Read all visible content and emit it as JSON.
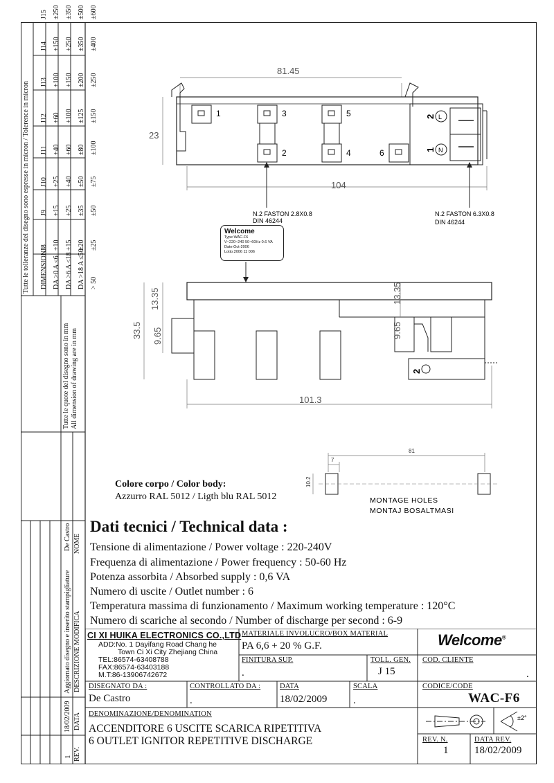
{
  "tolerance_table": {
    "title": "Tutte le tolleranze del disegno sono espresse in micron / Tolerence in micron",
    "headers": [
      "DIMENSIONI",
      "J8",
      "J9",
      "J10",
      "J11",
      "J12",
      "J13",
      "J14",
      "J15"
    ],
    "rows": [
      [
        "DA >0 A ≤6",
        "±10",
        "±15",
        "±25",
        "±40",
        "±60",
        "±100",
        "±150",
        "±250"
      ],
      [
        "DA >6 A ≤18",
        "±15",
        "±25",
        "±40",
        "±60",
        "±100",
        "±150",
        "±250",
        "±350"
      ],
      [
        "DA >18 A ≤50",
        "±20",
        "±35",
        "±50",
        "±80",
        "±125",
        "±200",
        "±350",
        "±500"
      ],
      [
        "> 50",
        "±25",
        "±50",
        "±75",
        "±100",
        "±150",
        "±250",
        "±400",
        "±600"
      ]
    ]
  },
  "quote_note": {
    "line1": "Tutte le quote del disegno sono in mm",
    "line2": "All dimension of drawing are in mm"
  },
  "revision_block": {
    "header_rev": "REV.",
    "header_data": "DATA",
    "header_desc": "DESCRIZIONE MODIFICA",
    "header_nome": "NOME",
    "rev": "1",
    "date": "18/02/2009",
    "description": "Aggiornato disegno e inserito stampigliature",
    "name": "De Castro"
  },
  "drawing_top": {
    "dim_width": "81.45",
    "dim_height": "23",
    "dim_total": "104",
    "pins": [
      "1",
      "2",
      "3",
      "4",
      "5",
      "6"
    ],
    "slot_labels": [
      "2",
      "1"
    ],
    "callout_left": {
      "line1": "N.2 FASTON 2.8X0.8",
      "line2": "DIN 46244"
    },
    "callout_right": {
      "line1": "N.2 FASTON 6.3X0.8",
      "line2": "DIN 46244"
    }
  },
  "label_box": {
    "brand": "Welcome",
    "lines": [
      "Type:WAC-F6",
      "V~220~240 50~60Hz 0.6 VA",
      "Date:Oct-2006",
      "Lotto:2006 11 006"
    ]
  },
  "drawing_side": {
    "dim_left_total": "33.5",
    "dim_left_upper": "13.35",
    "dim_left_lower": "9.65",
    "dim_right_upper": "13.35",
    "dim_right_lower": "9.65",
    "dim_length": "101.3",
    "slot_label": "2"
  },
  "montage": {
    "dim_span": "81",
    "dim_small": "7",
    "dim_height": "10.2",
    "line1": "MONTAGE HOLES",
    "line2": "MONTAJ BOSALTMASI"
  },
  "color_body": {
    "title": "Colore corpo / Color body:",
    "value": "Azzurro RAL 5012 / Ligth blu RAL 5012"
  },
  "technical": {
    "title": "Dati tecnici / Technical data :",
    "lines": [
      "Tensione di alimentazione / Power voltage : 220-240V",
      "Frequenza di alimentazione / Power frequency : 50-60 Hz",
      "Potenza assorbita / Absorbed supply : 0,6 VA",
      "Numero di uscite / Outlet number : 6",
      "Temperatura massima di funzionamento / Maximum working temperature : 120°C",
      "Numero di scariche al secondo / Number of discharge per second : 6-9"
    ]
  },
  "title_block": {
    "company": "CI XI HUIKA ELECTRONICS CO.,LTD",
    "address1": "ADD:No. 1 Dayifang Road Chang he",
    "address2": "Town Ci Xi City Zhejiang China",
    "tel": "TEL:86574-63408788",
    "fax": "FAX:86574-63403188",
    "mobile": "M.T:86-13906742672",
    "material_label": "MATERIALE INVOLUCRO/BOX MATERIAL",
    "material_value": "PA 6,6 + 20 % G.F.",
    "finitura_label": "FINITURA SUP.",
    "finitura_value": ".",
    "toll_label": "TOLL. GEN.",
    "toll_value": "J 15",
    "logo": "Welcome",
    "cod_cliente_label": "COD. CLIENTE",
    "cod_cliente_value": ".",
    "disegnato_label": "DISEGNATO DA :",
    "disegnato_value": "De Castro",
    "controllato_label": "CONTROLLATO DA :",
    "controllato_value": ".",
    "data_label": "DATA",
    "data_value": "18/02/2009",
    "scala_label": "SCALA",
    "scala_value": ".",
    "codice_label": "CODICE/CODE",
    "codice_value": "WAC-F6",
    "denominazione_label": "DENOMINAZIONE/DENOMINATION",
    "denominazione_line1": "ACCENDITORE 6 USCITE SCARICA RIPETITIVA",
    "denominazione_line2": "6 OUTLET IGNITOR REPETITIVE DISCHARGE",
    "angle_symbol": "±2°",
    "rev_n_label": "REV. N.",
    "rev_n_value": "1",
    "data_rev_label": "DATA REV.",
    "data_rev_value": "18/02/2009"
  }
}
